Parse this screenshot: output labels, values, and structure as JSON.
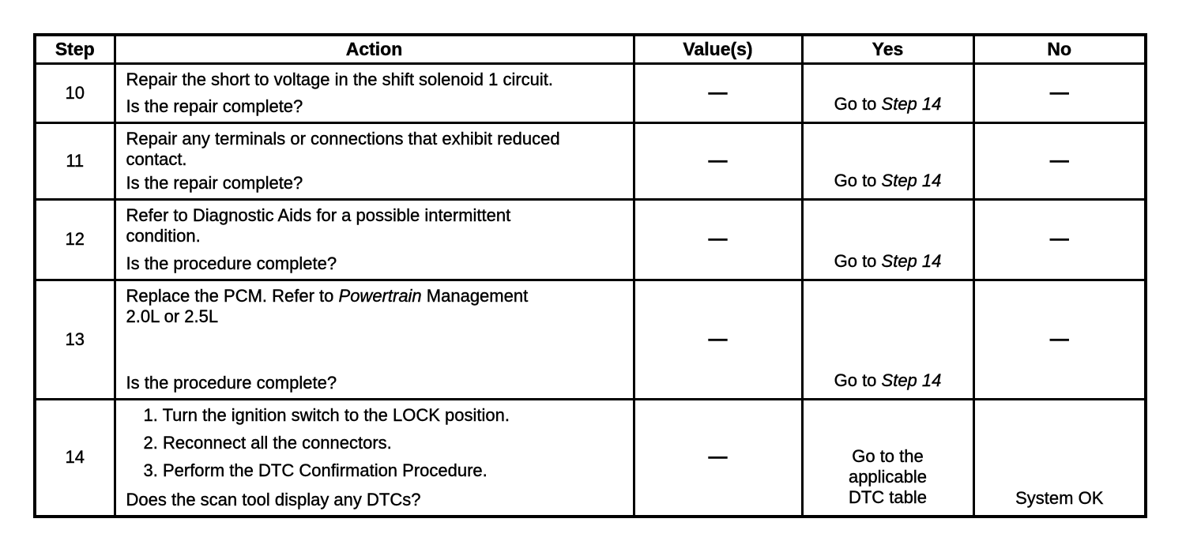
{
  "colors": {
    "ink": "#000000",
    "paper": "#ffffff"
  },
  "table": {
    "headers": {
      "step": "Step",
      "action": "Action",
      "values": "Value(s)",
      "yes": "Yes",
      "no": "No"
    },
    "rows": [
      {
        "step": "10",
        "action_lines": [
          "Repair the short to voltage in the shift solenoid 1 circuit."
        ],
        "question": "Is the repair complete?",
        "value": "—",
        "yes_prefix": "Go to ",
        "yes_ref": "Step 14",
        "no": "—"
      },
      {
        "step": "11",
        "action_lines": [
          "Repair any terminals or connections that exhibit reduced",
          "contact."
        ],
        "question": "Is the repair complete?",
        "value": "—",
        "yes_prefix": "Go to ",
        "yes_ref": "Step 14",
        "no": "—"
      },
      {
        "step": "12",
        "action_lines": [
          "Refer to Diagnostic Aids for a possible intermittent",
          "condition."
        ],
        "question": "Is the procedure complete?",
        "value": "—",
        "yes_prefix": "Go to ",
        "yes_ref": "Step 14",
        "no": "—"
      },
      {
        "step": "13",
        "action_pre": "Replace the PCM. Refer to ",
        "action_italic": "Powertrain",
        "action_post": " Management",
        "action_line2": "2.0L or 2.5L",
        "question": "Is the procedure complete?",
        "value": "—",
        "yes_prefix": "Go to ",
        "yes_ref": "Step 14",
        "no": "—"
      },
      {
        "step": "14",
        "list": [
          "1.  Turn the ignition switch to the LOCK position.",
          "2.  Reconnect all the connectors.",
          "3.  Perform the DTC Confirmation Procedure."
        ],
        "question": "Does the scan tool display any DTCs?",
        "value": "—",
        "yes_lines": [
          "Go to the",
          "applicable",
          "DTC table"
        ],
        "no": "System OK"
      }
    ]
  }
}
